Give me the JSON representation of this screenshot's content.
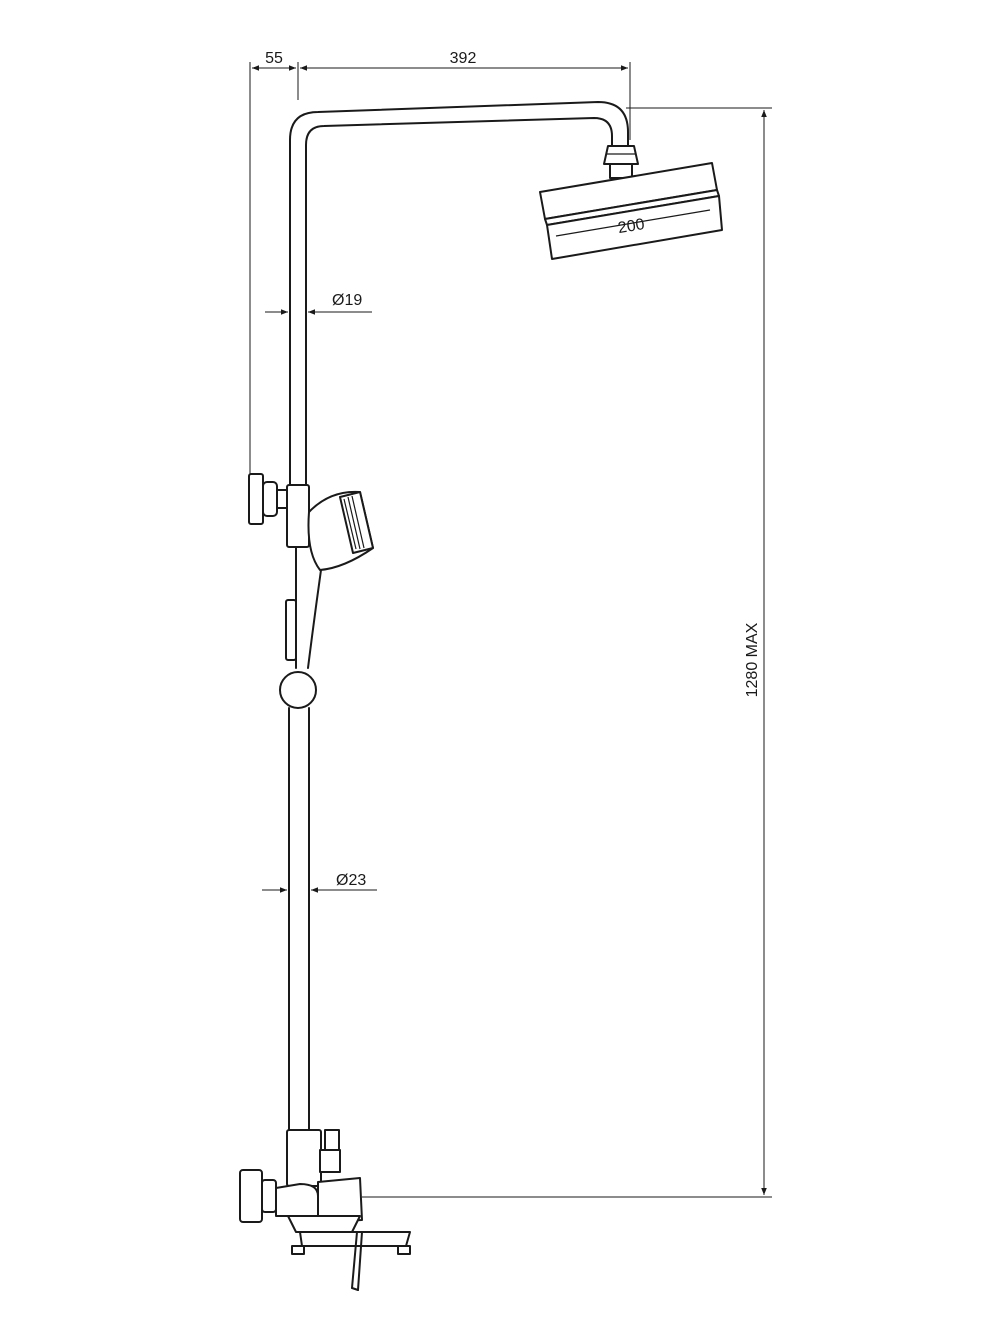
{
  "dimensions": {
    "wall_offset": "55",
    "arm_length": "392",
    "head_width": "200",
    "upper_pipe_diameter": "Ø19",
    "lower_pipe_diameter": "Ø23",
    "total_height": "1280 MAX"
  },
  "colors": {
    "line": "#1a1a1a",
    "background": "#ffffff"
  }
}
